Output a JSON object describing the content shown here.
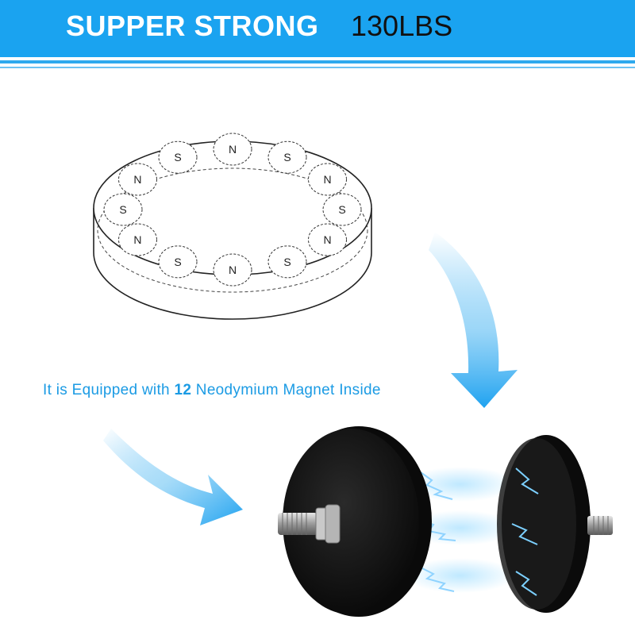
{
  "banner": {
    "title": "SUPPER STRONG",
    "weight": "130LBS",
    "color": "#1aa3f0"
  },
  "diagram": {
    "poles": [
      "N",
      "S",
      "N",
      "S",
      "N",
      "S",
      "N",
      "S",
      "N",
      "S",
      "N",
      "S"
    ]
  },
  "caption": {
    "prefix": "It is Equipped with ",
    "count": "12",
    "suffix": " Neodymium Magnet Inside",
    "color": "#1b9be4"
  }
}
